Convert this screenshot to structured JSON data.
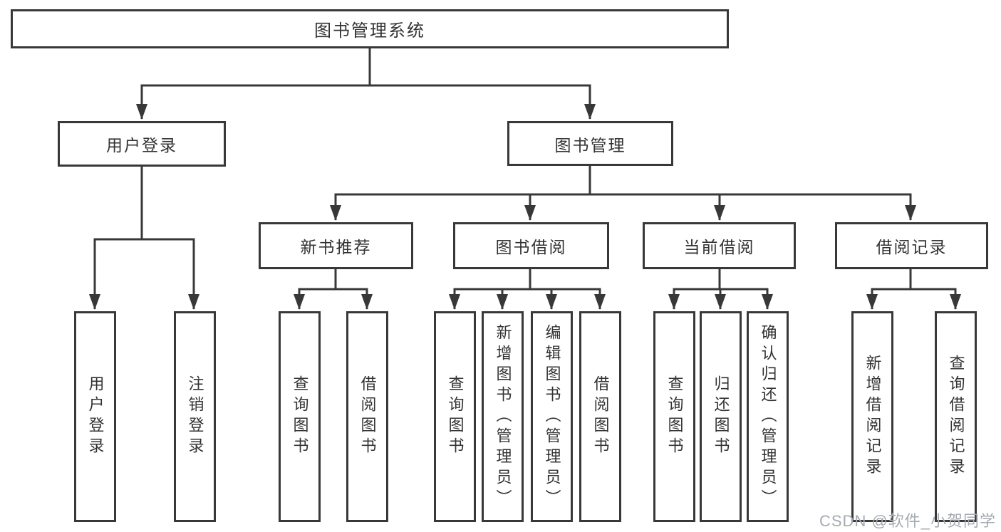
{
  "diagram": {
    "root": "图书管理系统",
    "branches": [
      {
        "label": "用户登录",
        "children": [
          {
            "label": "用户登录"
          },
          {
            "label": "注销登录"
          }
        ]
      },
      {
        "label": "图书管理",
        "children": [
          {
            "label": "新书推荐",
            "children": [
              {
                "label": "查询图书"
              },
              {
                "label": "借阅图书"
              }
            ]
          },
          {
            "label": "图书借阅",
            "children": [
              {
                "label": "查询图书"
              },
              {
                "label": "新增图书（管理员）"
              },
              {
                "label": "编辑图书（管理员）"
              },
              {
                "label": "借阅图书"
              }
            ]
          },
          {
            "label": "当前借阅",
            "children": [
              {
                "label": "查询图书"
              },
              {
                "label": "归还图书"
              },
              {
                "label": "确认归还（管理员）"
              }
            ]
          },
          {
            "label": "借阅记录",
            "children": [
              {
                "label": "新增借阅记录"
              },
              {
                "label": "查询借阅记录"
              }
            ]
          }
        ]
      }
    ]
  },
  "watermark": "CSDN @软件_小贺同学",
  "colors": {
    "line": "#383838",
    "text": "#333333",
    "watermark": "#a6aab2",
    "background": "#ffffff"
  }
}
